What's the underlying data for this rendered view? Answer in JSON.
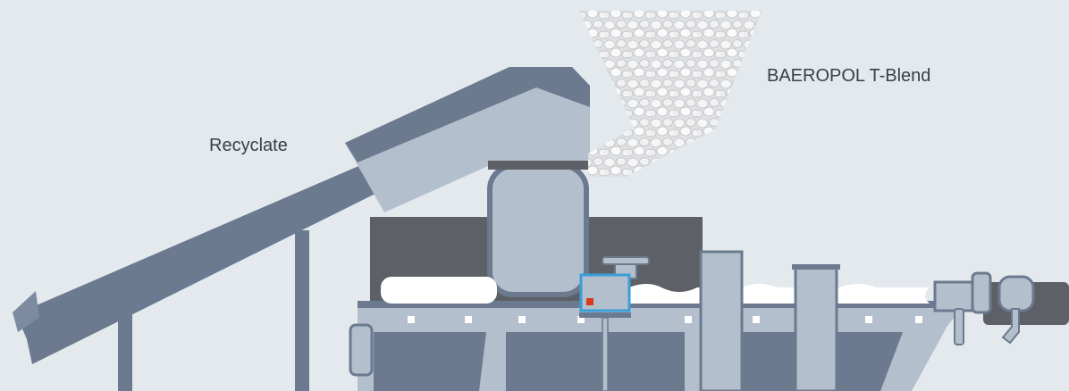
{
  "labels": {
    "recyclate": "Recyclate",
    "tblend": "BAEROPOL T-Blend"
  },
  "colors": {
    "background": "#e4e9ee",
    "machine_light": "#b3bfcc",
    "machine_dark": "#6b7a8f",
    "machine_shadow": "#5d6066",
    "pellet": "#f2f2f2",
    "monitor_frame": "#3a9fd8",
    "monitor_led": "#d43a1c"
  },
  "icons": {
    "pellets": "white-pellets-texture",
    "monitor": "sensor-monitor-icon"
  }
}
